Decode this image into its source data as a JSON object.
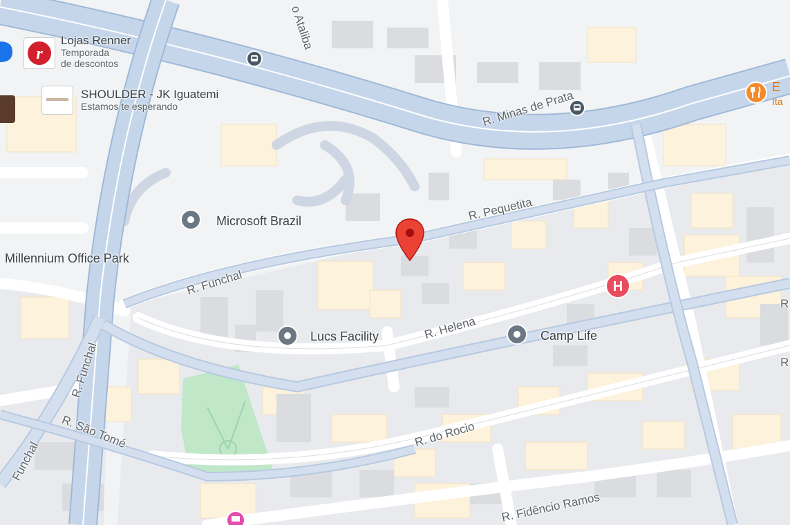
{
  "colors": {
    "land": "#f1f3f4",
    "block": "#e8eaed",
    "building": "#dadce0",
    "building_warm": "#fdf2dc",
    "road": "#ffffff",
    "road_major": "#aecbfa",
    "road_major_border": "#9fb8d8",
    "park": "#bfe7c8",
    "pin": "#ea4335",
    "hospital": "#e94c5f",
    "restaurant": "#f48a2a",
    "poi_gray": "#6b7884",
    "transit": "#4a5866",
    "shopping": "#e24dae"
  },
  "pois": [
    {
      "name": "Microsoft Brazil",
      "icon": "place-marker-icon"
    },
    {
      "name": "Millennium Office Park",
      "icon": ""
    },
    {
      "name": "Lucs Facility",
      "icon": "place-marker-icon"
    },
    {
      "name": "Camp Life",
      "icon": "place-marker-icon"
    }
  ],
  "businesses": [
    {
      "title": "Lojas Renner",
      "subtitle": "Temporada",
      "subtitle2": "de descontos",
      "icon": "renner-logo-icon"
    },
    {
      "title": "SHOULDER - JK Iguatemi",
      "subtitle": "Estamos te esperando",
      "icon": "shoulder-logo-icon"
    }
  ],
  "edge_labels": {
    "restaurant_initial": "E",
    "restaurant_sub": "Ita",
    "right_r1": "R",
    "right_r2": "R"
  },
  "streets": [
    {
      "name": "R. Pequetita"
    },
    {
      "name": "R. Funchal"
    },
    {
      "name": "R. Helena"
    },
    {
      "name": "R. Minas de Prata"
    },
    {
      "name": "R. do Rocio"
    },
    {
      "name": "R. Fidêncio Ramos"
    },
    {
      "name": "R. São Tomé"
    },
    {
      "name": "R. Funchal"
    },
    {
      "name": "Funchal"
    },
    {
      "name": "o Ataliba"
    }
  ],
  "icons": {
    "selected_pin": "red-location-pin-icon",
    "hospital": "hospital-icon",
    "transit": "bus-stop-icon",
    "restaurant": "restaurant-icon",
    "shopping": "shopping-icon"
  }
}
